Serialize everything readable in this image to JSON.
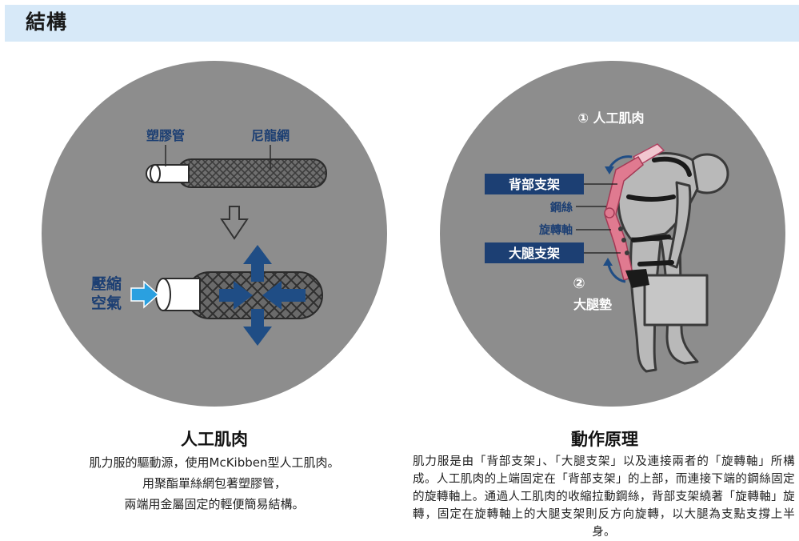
{
  "header": {
    "title": "結構"
  },
  "left_diagram": {
    "label_plastic_tube": "塑膠管",
    "label_nylon_mesh": "尼龍網",
    "label_compressed_air_line1": "壓縮",
    "label_compressed_air_line2": "空氣"
  },
  "right_diagram": {
    "label_artificial_muscle": "① 人工肌肉",
    "label_back_frame": "背部支架",
    "label_steel_wire": "鋼絲",
    "label_rotation_axis": "旋轉軸",
    "label_thigh_frame": "大腿支架",
    "label_thigh_pad_num": "②",
    "label_thigh_pad": "大腿墊"
  },
  "left_caption": {
    "title": "人工肌肉",
    "line1": "肌力服的驅動源，使用McKibben型人工肌肉。",
    "line2": "用聚酯單絲網包著塑膠管，",
    "line3": "兩端用金屬固定的輕便簡易結構。"
  },
  "right_caption": {
    "title": "動作原理",
    "body": "肌力服是由「背部支架」、「大腿支架」以及連接兩者的「旋轉軸」所構成。人工肌肉的上端固定在「背部支架」的上部，而連接下端的鋼絲固定的旋轉軸上。通過人工肌肉的收縮拉動鋼絲，背部支架繞著「旋轉軸」旋轉，固定在旋轉軸上的大腿支架則反方向旋轉，以大腿為支點支撐上半身。"
  },
  "colors": {
    "header_bg": "#d7e9f8",
    "circle_bg": "#8d8d8d",
    "label_blue": "#1c3f73",
    "arrow_blue": "#1f4d85",
    "air_arrow": "#2aa0e0",
    "muscle_pink": "#e07a90"
  }
}
